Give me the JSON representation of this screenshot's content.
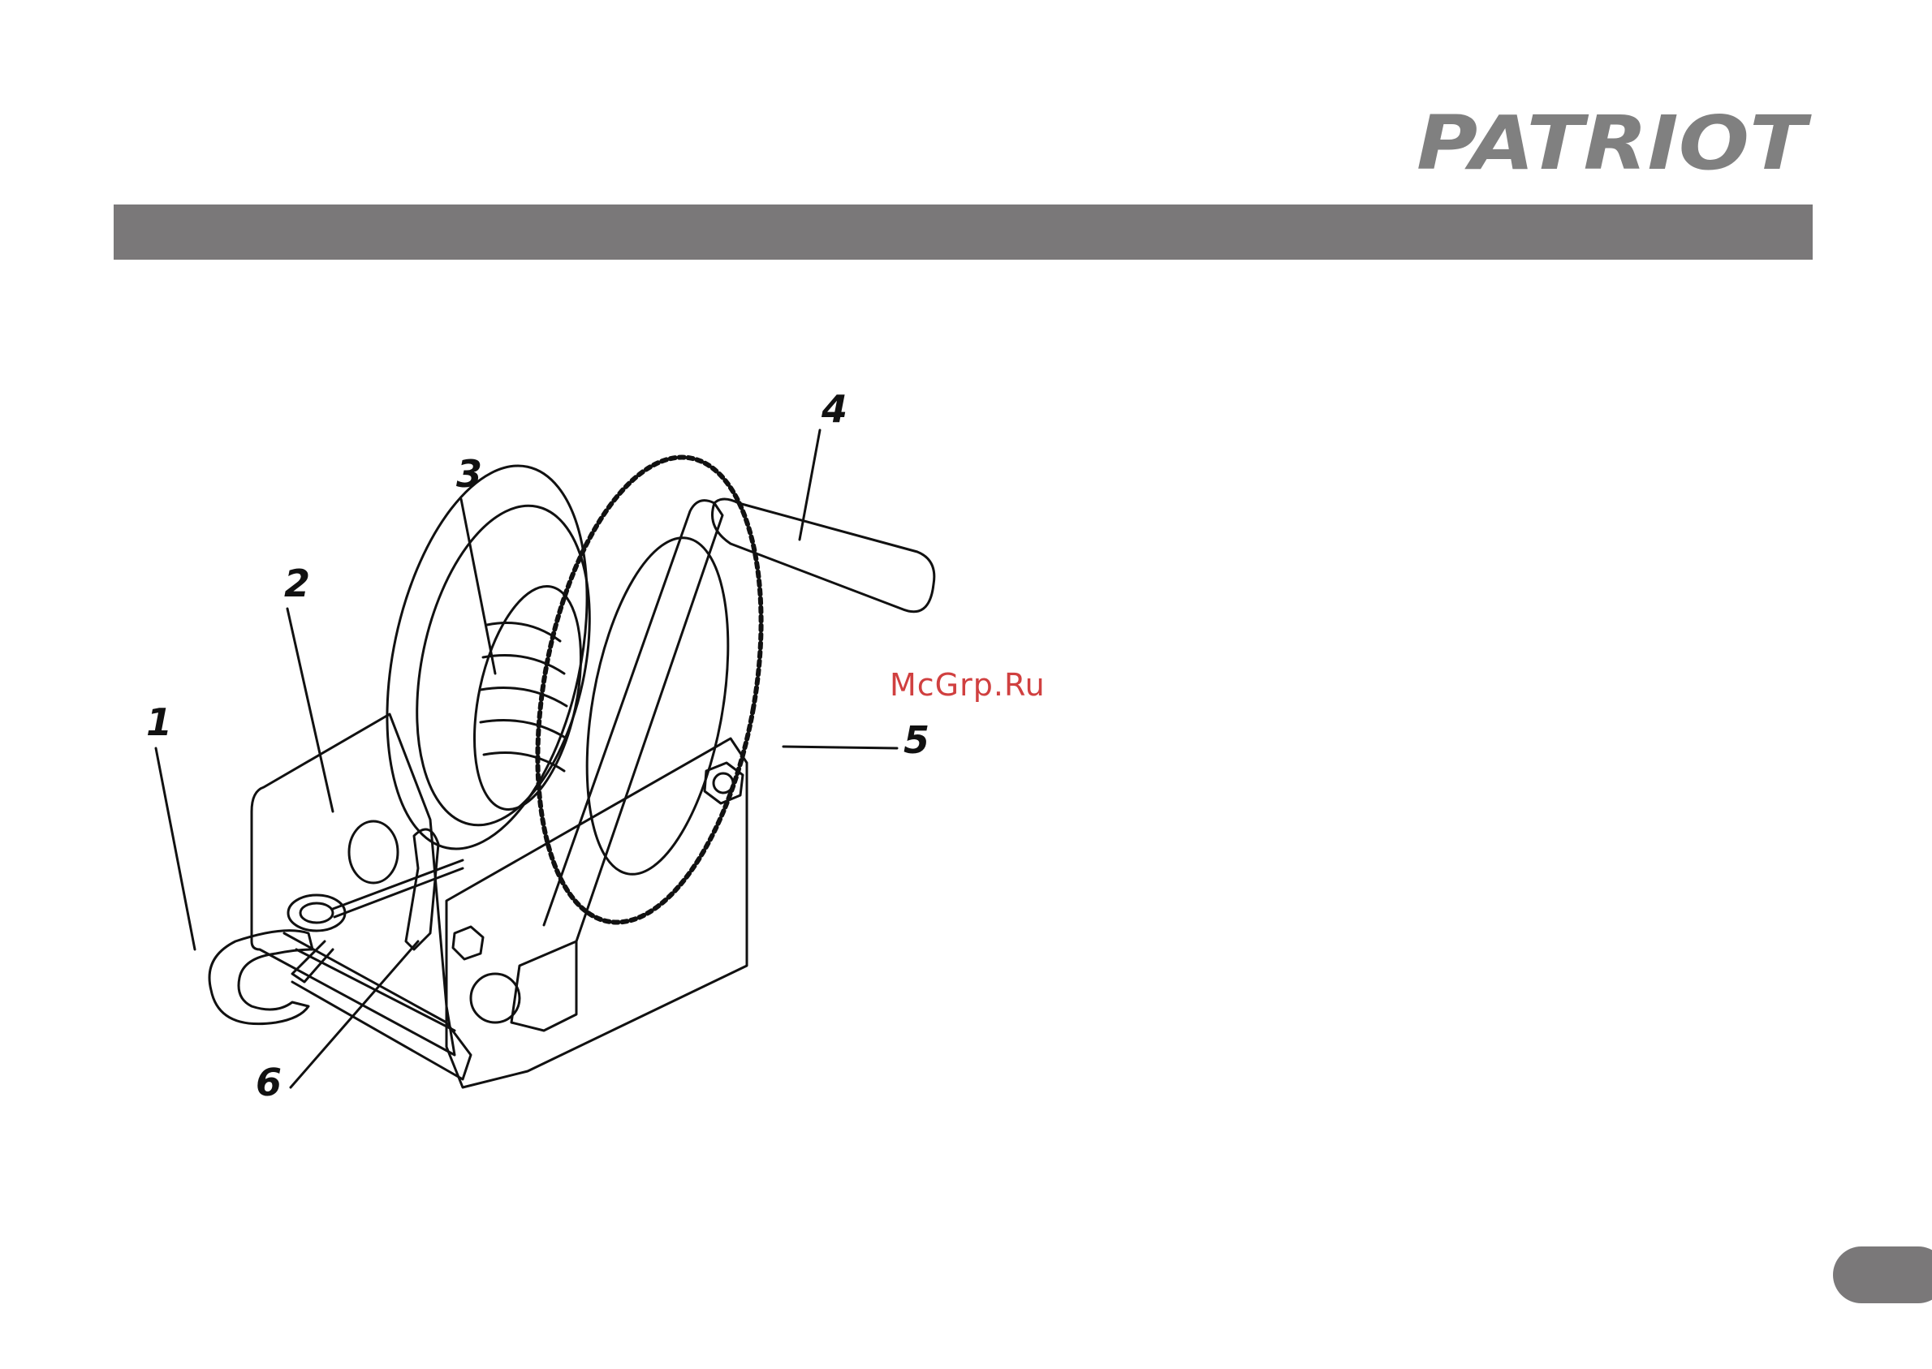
{
  "brand": {
    "logo_text": "PATRIOT"
  },
  "figure": {
    "callouts": [
      {
        "id": "1",
        "label": "1"
      },
      {
        "id": "2",
        "label": "2"
      },
      {
        "id": "3",
        "label": "3"
      },
      {
        "id": "4",
        "label": "4"
      },
      {
        "id": "5",
        "label": "5"
      },
      {
        "id": "6",
        "label": "6"
      }
    ]
  },
  "watermark": {
    "text": "McGrp.Ru"
  },
  "colors": {
    "header_bar": "#7a7879",
    "logo": "#808080",
    "watermark": "#d04040"
  }
}
